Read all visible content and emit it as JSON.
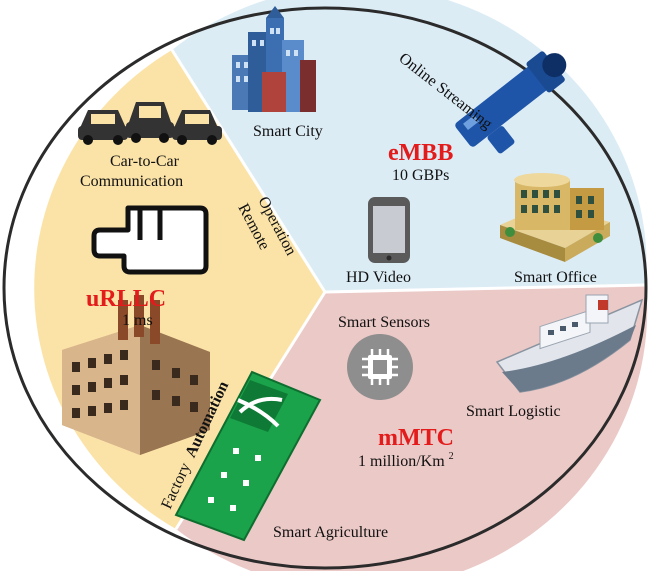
{
  "segments": {
    "embb": {
      "name": "eMBB",
      "metric": "10 GBPs",
      "color": "#dcecf5",
      "name_color": "#e31b1b",
      "items": {
        "smart_city": "Smart City",
        "online_streaming": "Online Streaming",
        "hd_video": "HD Video",
        "smart_office": "Smart Office"
      }
    },
    "urllc": {
      "name": "uRLLC",
      "metric": "1 ms",
      "color": "#fbe3a8",
      "name_color": "#e31b1b",
      "items": {
        "car_to_car_line1": "Car-to-Car",
        "car_to_car_line2": "Communication",
        "remote_operation_line1": "Remote",
        "remote_operation_line2": "Operation",
        "factory_automation_word1": "Factory",
        "factory_automation_word2": "Automation"
      }
    },
    "mmtc": {
      "name": "mMTC",
      "metric_base": "1 million/Km",
      "metric_sup": "2",
      "color": "#ebc9c7",
      "name_color": "#e31b1b",
      "items": {
        "smart_sensors": "Smart Sensors",
        "smart_logistic": "Smart Logistic",
        "smart_agriculture": "Smart Agriculture"
      }
    }
  },
  "icons": [
    "city-buildings-icon",
    "camcorder-icon",
    "smartphone-icon",
    "office-building-icon",
    "cars-icon",
    "pointing-hand-icon",
    "factory-icon",
    "chip-icon",
    "cargo-ship-icon",
    "farm-field-icon"
  ],
  "colors": {
    "circle_border": "#2b2b2b",
    "divider": "#ffffff"
  }
}
